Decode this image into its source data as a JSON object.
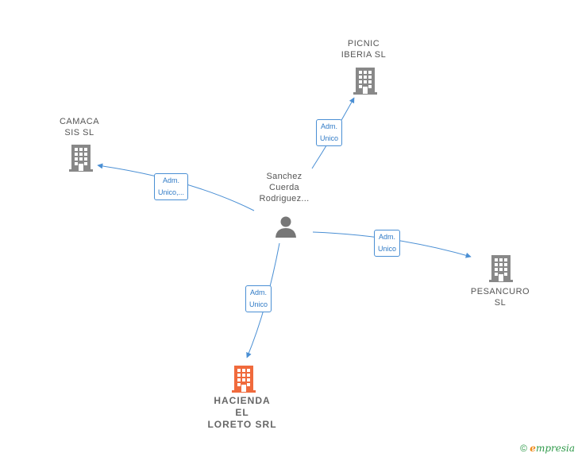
{
  "colors": {
    "edge": "#4a8fd4",
    "building": "#888888",
    "building_main": "#f06a3c",
    "person": "#777777"
  },
  "nodes": {
    "person": {
      "lines": [
        "Sanchez",
        "Cuerda",
        "Rodriguez..."
      ],
      "icon": "person-icon"
    },
    "picnic": {
      "lines": [
        "PICNIC",
        "IBERIA  SL"
      ],
      "icon": "building-icon"
    },
    "camaca": {
      "lines": [
        "CAMACA",
        "SIS  SL"
      ],
      "icon": "building-icon"
    },
    "pesancuro": {
      "lines": [
        "PESANCURO",
        "SL"
      ],
      "icon": "building-icon"
    },
    "hacienda": {
      "lines": [
        "HACIENDA",
        "EL",
        "LORETO SRL"
      ],
      "icon": "building-icon"
    }
  },
  "edges": {
    "picnic": [
      "Adm.",
      "Unico"
    ],
    "camaca": [
      "Adm.",
      "Unico,..."
    ],
    "pesancuro": [
      "Adm.",
      "Unico"
    ],
    "hacienda": [
      "Adm.",
      "Unico"
    ]
  },
  "footer": {
    "copyright": "©",
    "brand_first": "e",
    "brand_rest": "mpresia"
  }
}
